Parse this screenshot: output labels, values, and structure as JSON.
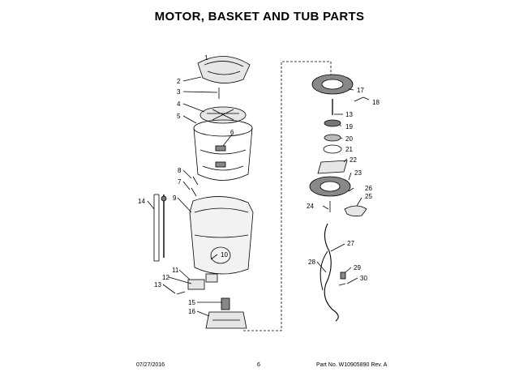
{
  "page": {
    "title": "MOTOR, BASKET AND TUB PARTS",
    "footer": {
      "date": "07/27/2016",
      "page_number": "6",
      "part_info": "Part No.  W10905890  Rev. A"
    }
  },
  "callouts": [
    "1",
    "2",
    "3",
    "4",
    "5",
    "6",
    "7",
    "8",
    "9",
    "10",
    "11",
    "12",
    "13",
    "14",
    "15",
    "16",
    "17",
    "18",
    "19",
    "20",
    "21",
    "22",
    "23",
    "24",
    "25",
    "26",
    "27",
    "28",
    "29",
    "30"
  ],
  "colors": {
    "line": "#000000",
    "fill": "#e6e6e6",
    "dark": "#555555"
  }
}
